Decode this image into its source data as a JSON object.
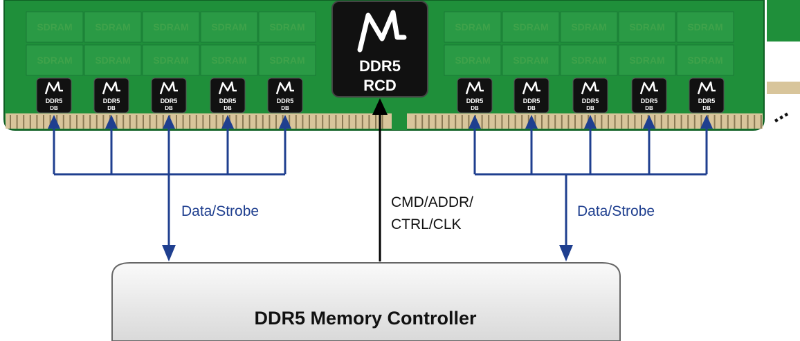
{
  "module": {
    "sdram_label": "SDRAM",
    "db_chip": {
      "line1": "DDR5",
      "line2": "DB"
    },
    "rcd_chip": {
      "line1": "DDR5",
      "line2": "RCD"
    },
    "continuation": "..."
  },
  "labels": {
    "left_data": "Data/Strobe",
    "right_data": "Data/Strobe",
    "cmd_line1": "CMD/ADDR/",
    "cmd_line2": "CTRL/CLK"
  },
  "controller": {
    "title": "DDR5 Memory Controller"
  },
  "colors": {
    "pcb": "#1f8f3a",
    "sdram": "#2a9a45",
    "contacts": "#d8c59b",
    "data_line": "#1f3f8f",
    "cmd_line": "#000000",
    "chip": "#111111"
  }
}
